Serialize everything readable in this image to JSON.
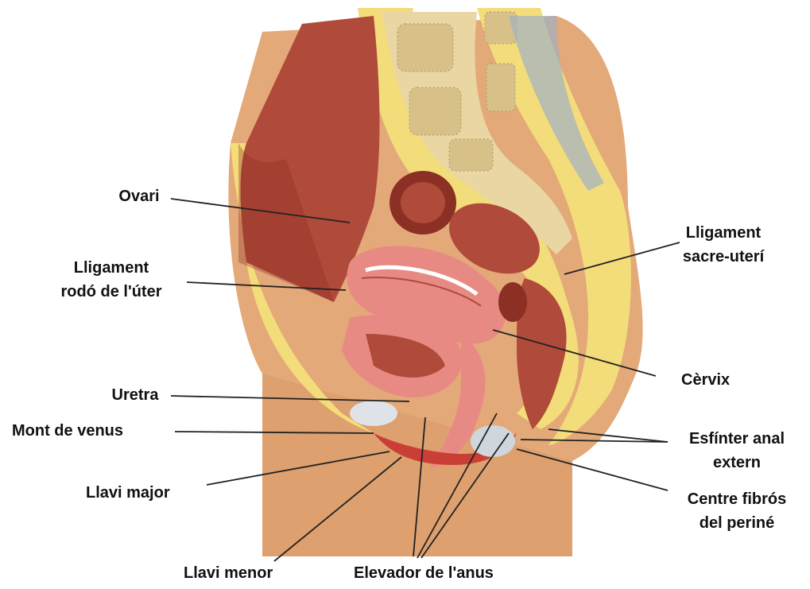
{
  "labels": {
    "ovari": "Ovari",
    "lligament_rodo": [
      "Lligament",
      "rodó de l'úter"
    ],
    "uretra": "Uretra",
    "mont_de_venus": "Mont de venus",
    "llavi_major": "Llavi major",
    "llavi_menor": "Llavi menor",
    "elevador": "Elevador de l'anus",
    "lligament_sacre": [
      "Lligament",
      "sacre-uterí"
    ],
    "cervix": "Cèrvix",
    "esfinter": [
      "Esfínter anal",
      "extern"
    ],
    "centre_fibros": [
      "Centre fibrós",
      "del periné"
    ]
  },
  "colors": {
    "skin": "#e3a979",
    "skin_dark": "#c98a5a",
    "fat": "#f3dc7a",
    "muscle": "#b04a3a",
    "muscle_dark": "#8c2f24",
    "organ_pink": "#e88a84",
    "bone": "#e9d6a3",
    "bone_dots": "#a89468",
    "line": "#222222"
  }
}
